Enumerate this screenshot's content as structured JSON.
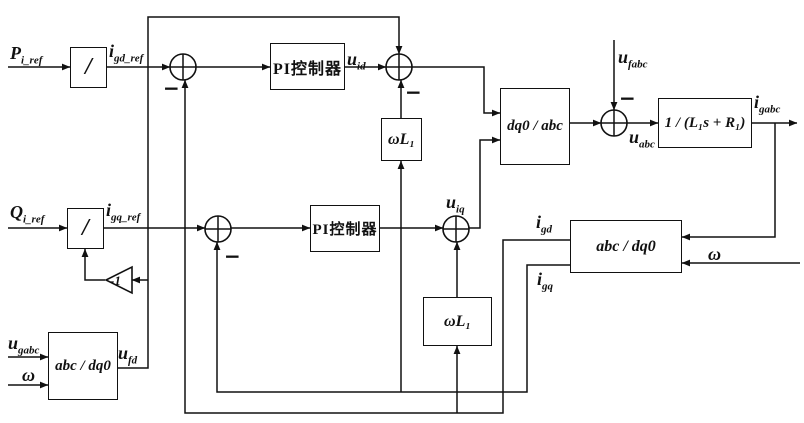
{
  "diagram": {
    "blocks": {
      "divider_p": {
        "label": "/"
      },
      "pi_d": {
        "label": "PI控制器"
      },
      "wl1_d": {
        "label": "ωL₁"
      },
      "dq0_abc": {
        "label": "dq0 / abc"
      },
      "plant": {
        "label": "1 / (L₁s + R₁)"
      },
      "divider_q": {
        "label": "/"
      },
      "pi_q": {
        "label": "PI控制器"
      },
      "wl1_q": {
        "label": "ωL₁"
      },
      "abc_dq0_right": {
        "label": "abc / dq0"
      },
      "abc_dq0_left": {
        "label": "abc / dq0"
      },
      "neg_gain": {
        "label": "-1"
      }
    },
    "signals": {
      "p_ref": {
        "base": "P",
        "sub": "i_ref"
      },
      "igd_ref": {
        "base": "i",
        "sub": "gd_ref"
      },
      "u_id": {
        "base": "u",
        "sub": "id"
      },
      "u_fabc": {
        "base": "u",
        "sub": "fabc"
      },
      "u_abc": {
        "base": "u",
        "sub": "abc"
      },
      "i_gabc": {
        "base": "i",
        "sub": "gabc"
      },
      "q_ref": {
        "base": "Q",
        "sub": "i_ref"
      },
      "igq_ref": {
        "base": "i",
        "sub": "gq_ref"
      },
      "u_iq": {
        "base": "u",
        "sub": "iq"
      },
      "i_gd": {
        "base": "i",
        "sub": "gd"
      },
      "i_gq": {
        "base": "i",
        "sub": "gq"
      },
      "u_gabc": {
        "base": "u",
        "sub": "gabc"
      },
      "u_fd": {
        "base": "u",
        "sub": "fd"
      },
      "omega_left": {
        "base": "ω",
        "sub": ""
      },
      "omega_right": {
        "base": "ω",
        "sub": ""
      }
    },
    "signs": {
      "minus": "−"
    }
  }
}
